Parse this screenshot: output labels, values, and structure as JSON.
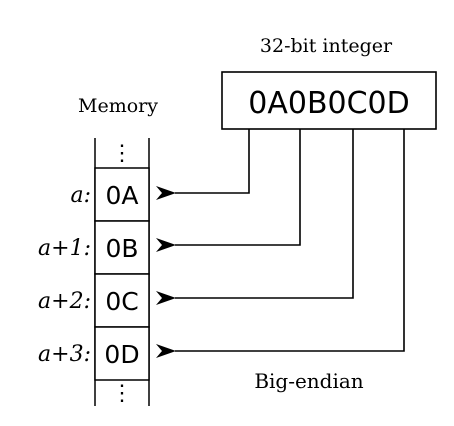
{
  "integer": {
    "title": "32-bit integer",
    "value": "0A0B0C0D"
  },
  "memory": {
    "title": "Memory",
    "ellipsis_top": "⋮",
    "ellipsis_bottom": "⋮",
    "cells": [
      {
        "address": "a:",
        "byte": "0A"
      },
      {
        "address": "a+1:",
        "byte": "0B"
      },
      {
        "address": "a+2:",
        "byte": "0C"
      },
      {
        "address": "a+3:",
        "byte": "0D"
      }
    ]
  },
  "caption": "Big-endian"
}
